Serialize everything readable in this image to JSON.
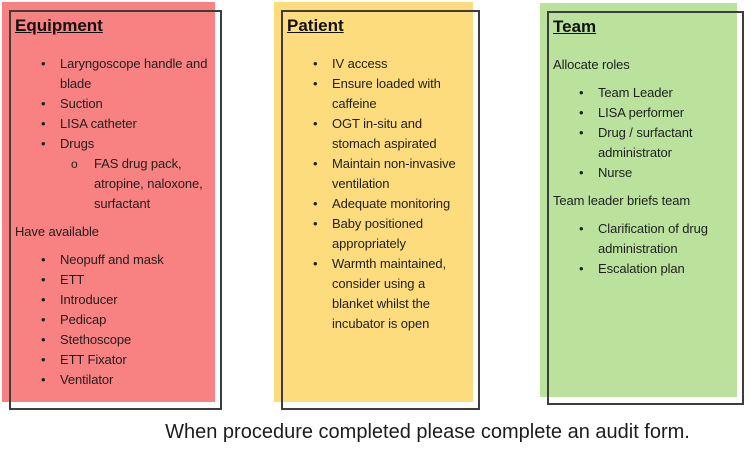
{
  "caption": "When procedure completed please complete an audit form.",
  "text_color": "#1f1f1f",
  "outline_color": "#3d3d3d",
  "bullet_glyph": "•",
  "sub_bullet_glyph": "o",
  "columns": [
    {
      "id": "equipment",
      "title": "Equipment",
      "fill_color": "#f88181",
      "items": [
        {
          "type": "bullet",
          "text": "Laryngoscope handle and blade"
        },
        {
          "type": "bullet",
          "text": "Suction"
        },
        {
          "type": "bullet",
          "text": "LISA catheter"
        },
        {
          "type": "bullet",
          "text": "Drugs"
        },
        {
          "type": "sub",
          "text": "FAS drug pack, atropine, naloxone, surfactant"
        },
        {
          "type": "text",
          "text": "Have available"
        },
        {
          "type": "bullet",
          "text": "Neopuff and mask"
        },
        {
          "type": "bullet",
          "text": "ETT"
        },
        {
          "type": "bullet",
          "text": "Introducer"
        },
        {
          "type": "bullet",
          "text": "Pedicap"
        },
        {
          "type": "bullet",
          "text": "Stethoscope"
        },
        {
          "type": "bullet",
          "text": "ETT Fixator"
        },
        {
          "type": "bullet",
          "text": "Ventilator"
        }
      ]
    },
    {
      "id": "patient",
      "title": "Patient",
      "fill_color": "#fcdc7d",
      "items": [
        {
          "type": "bullet",
          "text": "IV access"
        },
        {
          "type": "bullet",
          "text": "Ensure loaded with caffeine"
        },
        {
          "type": "bullet",
          "text": "OGT in-situ and stomach aspirated"
        },
        {
          "type": "bullet",
          "text": "Maintain non-invasive ventilation"
        },
        {
          "type": "bullet",
          "text": "Adequate monitoring"
        },
        {
          "type": "bullet",
          "text": "Baby positioned appropriately"
        },
        {
          "type": "bullet",
          "text": "Warmth maintained, consider using a blanket whilst the incubator is open"
        }
      ]
    },
    {
      "id": "team",
      "title": "Team",
      "fill_color": "#bae29d",
      "items": [
        {
          "type": "text",
          "text": "Allocate roles"
        },
        {
          "type": "bullet",
          "text": "Team Leader"
        },
        {
          "type": "bullet",
          "text": "LISA performer"
        },
        {
          "type": "bullet",
          "text": "Drug / surfactant administrator"
        },
        {
          "type": "bullet",
          "text": "Nurse"
        },
        {
          "type": "text",
          "text": "Team leader briefs team"
        },
        {
          "type": "bullet",
          "text": "Clarification of drug administration"
        },
        {
          "type": "bullet",
          "text": "Escalation plan"
        }
      ]
    }
  ]
}
